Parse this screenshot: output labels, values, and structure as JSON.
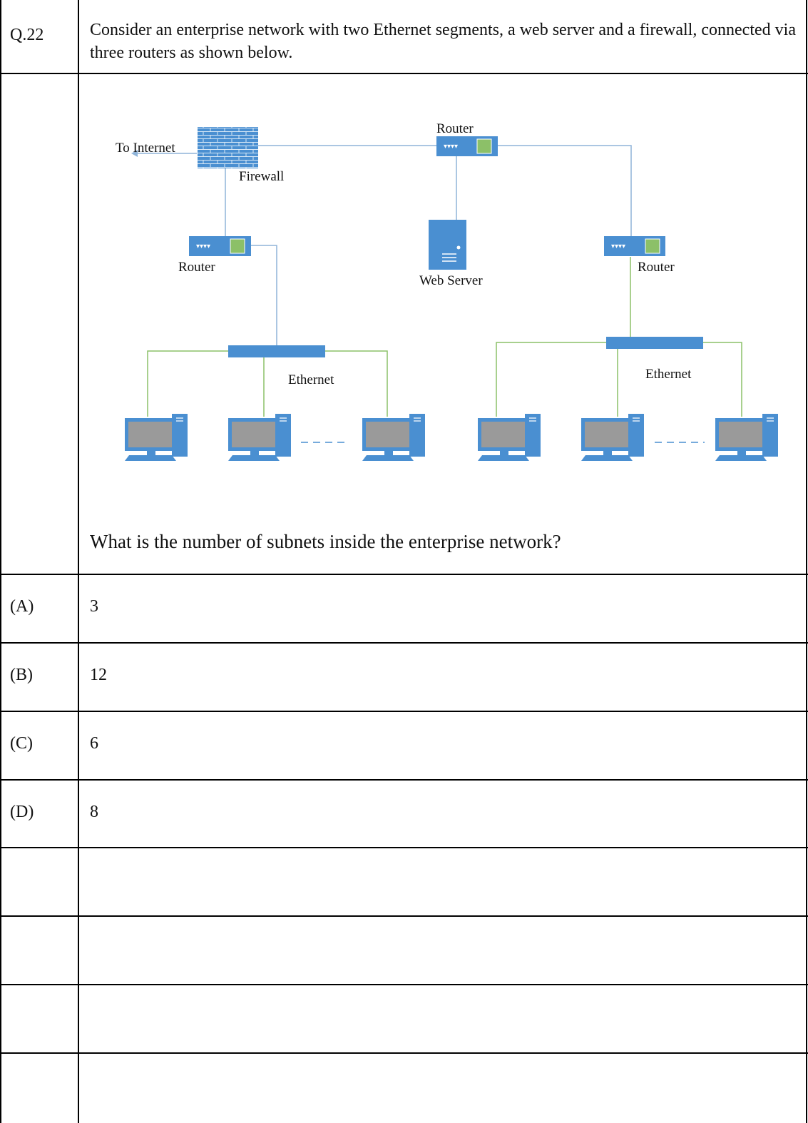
{
  "question": {
    "number": "Q.22",
    "stem": "Consider an enterprise network with two Ethernet segments, a web server and a firewall, connected via three routers as shown below.",
    "prompt": "What is the number of subnets inside the enterprise network?"
  },
  "diagram": {
    "to_internet_label": "To Internet",
    "firewall_label": "Firewall",
    "router_top_label": "Router",
    "router_left_label": "Router",
    "router_right_label": "Router",
    "web_server_label": "Web Server",
    "ethernet_left_label": "Ethernet",
    "ethernet_right_label": "Ethernet",
    "colors": {
      "device": "#4a8fd1",
      "wire_blue": "#8fb4d9",
      "wire_green": "#8cc068",
      "screen": "#9a9a9a"
    }
  },
  "options": [
    {
      "label": "(A)",
      "value": "3"
    },
    {
      "label": "(B)",
      "value": "12"
    },
    {
      "label": "(C)",
      "value": "6"
    },
    {
      "label": "(D)",
      "value": "8"
    }
  ]
}
